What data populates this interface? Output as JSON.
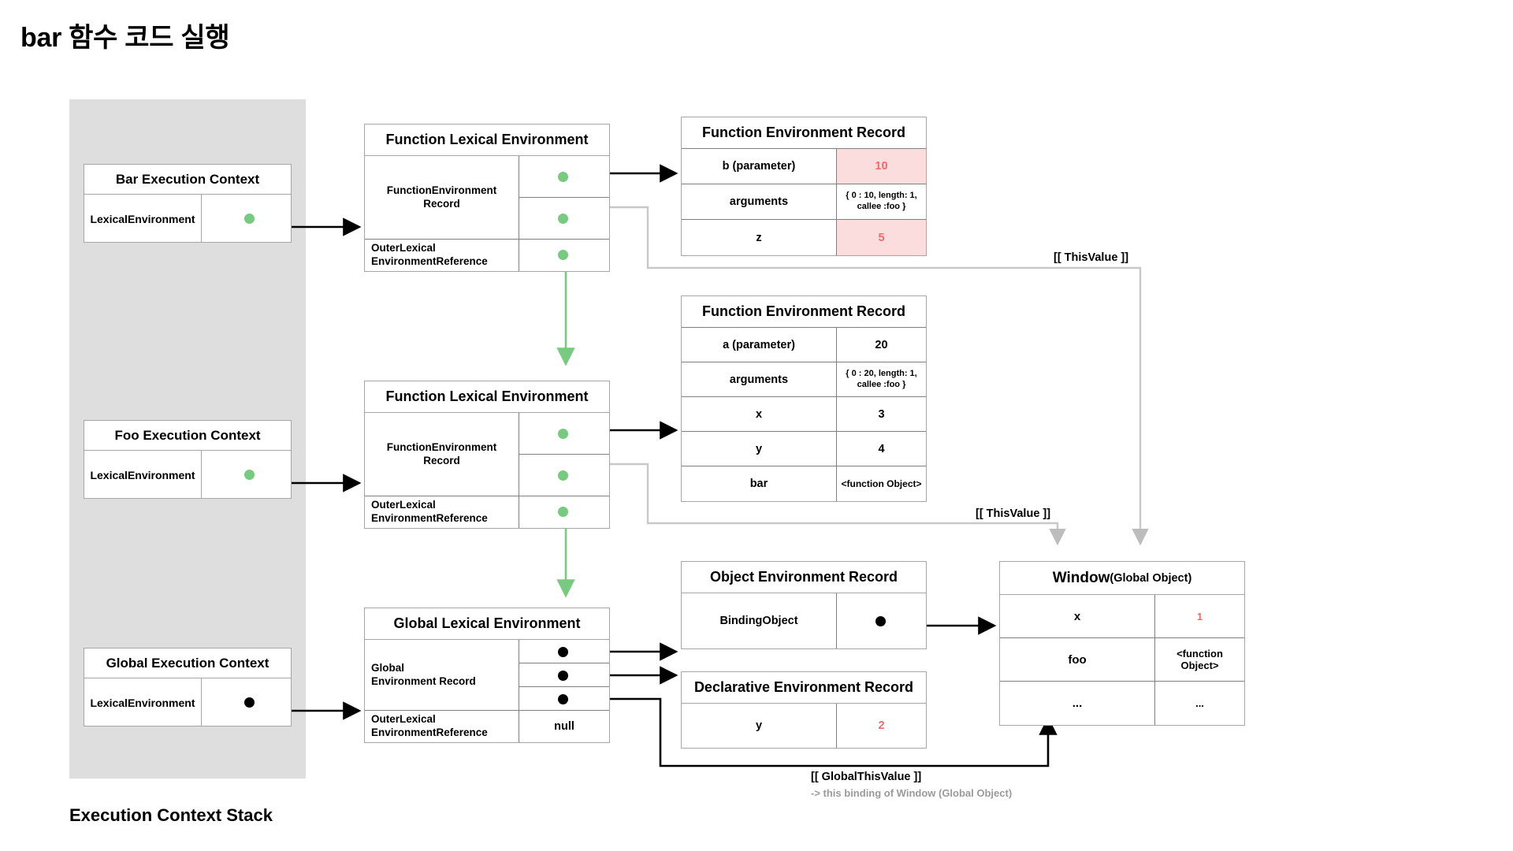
{
  "title": "bar 함수 코드 실행",
  "stack_caption": "Execution Context Stack",
  "colors": {
    "green_dot": "#77ca7f",
    "black_dot": "#000000",
    "pink_cell_bg": "#fbdddd",
    "red_value_text": "#f26b6b",
    "stack_backdrop": "#dedede",
    "wire_black": "#000000",
    "wire_grey": "#c8c8c8",
    "wire_green": "#77ca7f"
  },
  "execution_contexts": [
    {
      "id": "bar",
      "title": "Bar Execution Context",
      "field_label": "LexicalEnvironment",
      "pointer": "green-dot"
    },
    {
      "id": "foo",
      "title": "Foo Execution Context",
      "field_label": "LexicalEnvironment",
      "pointer": "green-dot"
    },
    {
      "id": "global",
      "title": "Global Execution Context",
      "field_label": "LexicalEnvironment",
      "pointer": "black-dot"
    }
  ],
  "lexical_environments": [
    {
      "id": "bar-lex",
      "title": "Function Lexical Environment",
      "record_label": "FunctionEnvironment\nRecord",
      "record_label_line1": "FunctionEnvironment",
      "record_label_line2": "Record",
      "outer_label_line1": "OuterLexical",
      "outer_label_line2": "EnvironmentReference",
      "outer_value": "",
      "slots": [
        "green-dot",
        "green-dot",
        "green-dot"
      ]
    },
    {
      "id": "foo-lex",
      "title": "Function Lexical Environment",
      "record_label_line1": "FunctionEnvironment",
      "record_label_line2": "Record",
      "outer_label_line1": "OuterLexical",
      "outer_label_line2": "EnvironmentReference",
      "outer_value": "",
      "slots": [
        "green-dot",
        "green-dot",
        "green-dot"
      ]
    },
    {
      "id": "global-lex",
      "title": "Global Lexical Environment",
      "record_label_line1": "Global",
      "record_label_line2": "Environment Record",
      "outer_label_line1": "OuterLexical",
      "outer_label_line2": "EnvironmentReference",
      "outer_value": "null",
      "slots": [
        "black-dot",
        "black-dot",
        "black-dot"
      ]
    }
  ],
  "records": {
    "bar_fer": {
      "title": "Function Environment Record",
      "rows": [
        {
          "key": "b (parameter)",
          "value": "10",
          "highlight": true,
          "small": false
        },
        {
          "key": "arguments",
          "value": "{ 0 : 10, length: 1, callee :foo }",
          "highlight": false,
          "small": true
        },
        {
          "key": "z",
          "value": "5",
          "highlight": true,
          "small": false
        }
      ]
    },
    "foo_fer": {
      "title": "Function Environment Record",
      "rows": [
        {
          "key": "a (parameter)",
          "value": "20",
          "highlight": false,
          "small": false
        },
        {
          "key": "arguments",
          "value": "{ 0 : 20, length: 1, callee :foo }",
          "highlight": false,
          "small": true
        },
        {
          "key": "x",
          "value": "3",
          "highlight": false,
          "small": false
        },
        {
          "key": "y",
          "value": "4",
          "highlight": false,
          "small": false
        },
        {
          "key": "bar",
          "value": "<function Object>",
          "highlight": false,
          "small": false
        }
      ]
    },
    "object_er": {
      "title": "Object Environment Record",
      "rows": [
        {
          "key": "BindingObject",
          "value": "",
          "pointer": "black-dot"
        }
      ]
    },
    "declarative_er": {
      "title": "Declarative Environment Record",
      "rows": [
        {
          "key": "y",
          "value": "2",
          "redtext": true
        }
      ]
    },
    "window": {
      "title_main": "Window",
      "title_sub": "(Global Object)",
      "rows": [
        {
          "key": "x",
          "value": "1",
          "redtext": true
        },
        {
          "key": "foo",
          "value": "<function Object>",
          "redtext": false
        },
        {
          "key": "...",
          "value": "...",
          "redtext": false
        }
      ]
    }
  },
  "annotations": [
    {
      "id": "thisvalue-top",
      "text": "[[ ThisValue ]]"
    },
    {
      "id": "thisvalue-mid",
      "text": "[[ ThisValue ]]"
    },
    {
      "id": "globalthisvalue",
      "text": "[[ GlobalThisValue ]]"
    },
    {
      "id": "globalthisvalue-note",
      "text": "-> this binding of Window (Global Object)"
    }
  ]
}
